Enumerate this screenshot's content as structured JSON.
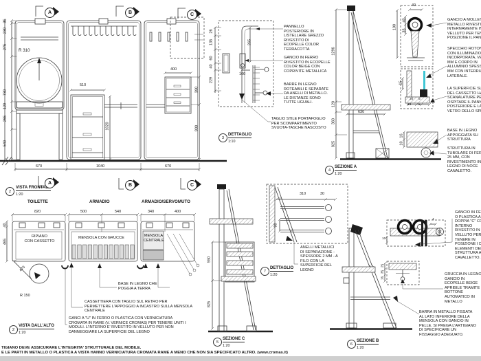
{
  "colors": {
    "accent": "#3fc6d4",
    "line": "#3b3b3b"
  },
  "front": {
    "num": "2",
    "title": "VISTA FRONTALE",
    "scale": "1:20",
    "markers": [
      "A",
      "B",
      "C"
    ],
    "r310": "R 310",
    "dims": {
      "left": [
        "35",
        "230",
        "275",
        "730",
        "120",
        "265",
        "540"
      ],
      "bottom": [
        "670",
        "1040",
        "670"
      ],
      "d510": "510",
      "d400": "400",
      "d390": "390",
      "d900": "900",
      "d1020": "1020"
    }
  },
  "detail3": {
    "num": "3",
    "title": "DETTAGLIO",
    "scale": "1:10",
    "dims": {
      "left": [
        "26",
        "135",
        "60",
        "40",
        "229"
      ],
      "d265": "265",
      "d100": "100"
    },
    "ann": {
      "pannello": "PANNELLO\nPOSTERIORE IN\nLISTELLARE GREZZO\nRIVESTITO DI\nECOPELLE COLOR\nTERRACOTTA",
      "gancio": "GANCIO IN FERRO\nRIVESTITO IN ECOPELLE\nCOLOR BEIGE CON\nCOPRIVITE METALLICA",
      "barre": "BARRE IN LEGNO\nROTEABILI E SEPARATE\nDA ANELLI DI METALLO.\nLE DISTANZE SONO\nTUTTE UGUALI.",
      "taglio": "TAGLIO STILE PORTAFOGLIO\nPER SCOMPARTIMENTO\nSVUOTA-TASCHE NASCOSTO"
    }
  },
  "sectionA": {
    "num": "4",
    "title": "SEZIONE A",
    "scale": "1:20",
    "dims": {
      "d1296": "1296",
      "d120": "120",
      "d360": "360",
      "d825": "825",
      "d630": "630"
    }
  },
  "rightDetails": {
    "dims": {
      "d40": "40",
      "d100": "100",
      "d40s": "40",
      "d35s": "35",
      "d15": "15",
      "d20": "20",
      "d5a": "5",
      "d13": "13",
      "d5b": "5",
      "d16": "16",
      "d10": "10"
    },
    "ann": {
      "molletta": "GANCIO A MOLLETTA IN\nMETALLO RIVESTITO\nINTERNAMENTE IN\nVELLUTO PER TENERE IN\nPOSIZIONE IL PANNELLO",
      "specchio": "SPECCHIO ROTONDO\nCON ILLUMINAZIONE LED\nINCORPORATA, VETRO\nMM E CORPO IN\nALLUMINIO SPESSO 35\nMM CON INTERRUTTORE\nLATERALE.",
      "superficie": "LA SUPERFICIE SUPERIORE\nDEL CASSETTO HA DUE\nSCANALATURE PER\nOSPITARE IL PANNELLO\nPOSTERIORE E LA PARTE\nVETRO DELLO SPECCHIO",
      "base": "BASE IN LEGNO\nAPPOGGIATA SU\nSTRUTTURA",
      "struttura": "STRUTTURA IN\nTUBOLARE DI FERRO\n25 MM, CON\nRIVESTIMENTO IN\nLEGNO DI NOCE\nCANALETTO."
    }
  },
  "top": {
    "num": "2",
    "title": "VISTA DALL'ALTO",
    "scale": "1:20",
    "headers": [
      "TOILETTE",
      "ARMADIO",
      "ARMADIO/SERVOMUTO"
    ],
    "dims": {
      "top": [
        "820",
        "500",
        "540",
        "340",
        "400"
      ],
      "d40": "40",
      "d465": "465",
      "d470": "470",
      "r150": "R 150"
    },
    "boxes": {
      "ripiano": "RIPIANO\nCON CASSETTO",
      "mensola": "MENSOLA CON GRUCCE",
      "centrale": "MENSOLA\nCENTRALE"
    },
    "ann": {
      "base": "BASE IN LEGNO CHE\nPOGGIA A TERRA",
      "cassettiera": "CASSETTIERA CON TAGLIO SUL RETRO PER\nPERMETTERE L'APPOGGIO A INCASTRO SULLA MENSOLA\nCENTRALE",
      "ganci": "GANCI A \"U\" IN FERRO O PLASTICA CON VERNICIATURA\nCROMATA IN RAME (V. VERNICE CROMAS) PER TENERE UNITI I\nMODULI. L'INTERNO E' RIVESTITO IN VELLUTO PER NON\nDANNEGGIARE LA SUPERFICIE DEL LEGNO"
    }
  },
  "detail7": {
    "num": "7",
    "title": "DETTAGLIO",
    "scale": "1:20",
    "dims": {
      "d310": "310",
      "d30": "30",
      "d90": "90"
    },
    "ann": {
      "anelli": "ANELLI METALLICI\nDI SEPARAZIONE -\nSPESSORE 2 MM - A\nFILO CON LA\nSUPERFICIE DEL\nLEGNO"
    }
  },
  "sectionC": {
    "num": "5",
    "title": "SEZIONE C",
    "scale": "1:20",
    "dims": {
      "d550": "550",
      "d825": "825"
    }
  },
  "sectionB": {
    "num": "6",
    "title": "SEZIONE B",
    "scale": "1:20",
    "dims": {
      "d4": "4",
      "d10": "10",
      "d25": "25",
      "d35": "35",
      "d16": "16"
    },
    "ann": {
      "gancioC": "GANCIO IN FERRO\nO PLASTICA A\nDOPPIA \"C\" CON\nINTERNO\nRIVESTITO IN\nVELLUTO PER\nTENERE IN\nPOSIZIONE I DUE\nELEMENTI DELLA\nSTRUTTURA A\nCAVALLETTO.",
      "gruccia": "GRUCCIA IN LEGNO\nGANCIO IN\nECOPELLE BEIGE\nAPRIBILE TRAMITE\nBOTTONE\nAUTOMATICO IN\nMETALLO",
      "barra": "BARRA IN METALLO FISSATA\nAL LATO INFERIORE DELLA\nMENSOLA CON GANCIO IN\nPELLE. SI PREGA L'ARTIGIANO\nDI SPECIFICARE UN\nFISSAGGIO ADEGUATO."
    }
  },
  "footer": {
    "line1": "TIGIANO DEVE ASSICURARE L'INTEGRITA' STRUTTURALE DEL MOBILE.",
    "line2": "E LE PARTI IN METALLO O PLASTICA A VISTA HANNO VERNICIATURA CROMATA RAME A MENO CHE NON SIA SPECIFICATO ALTRO. (www.cromas.it)"
  }
}
